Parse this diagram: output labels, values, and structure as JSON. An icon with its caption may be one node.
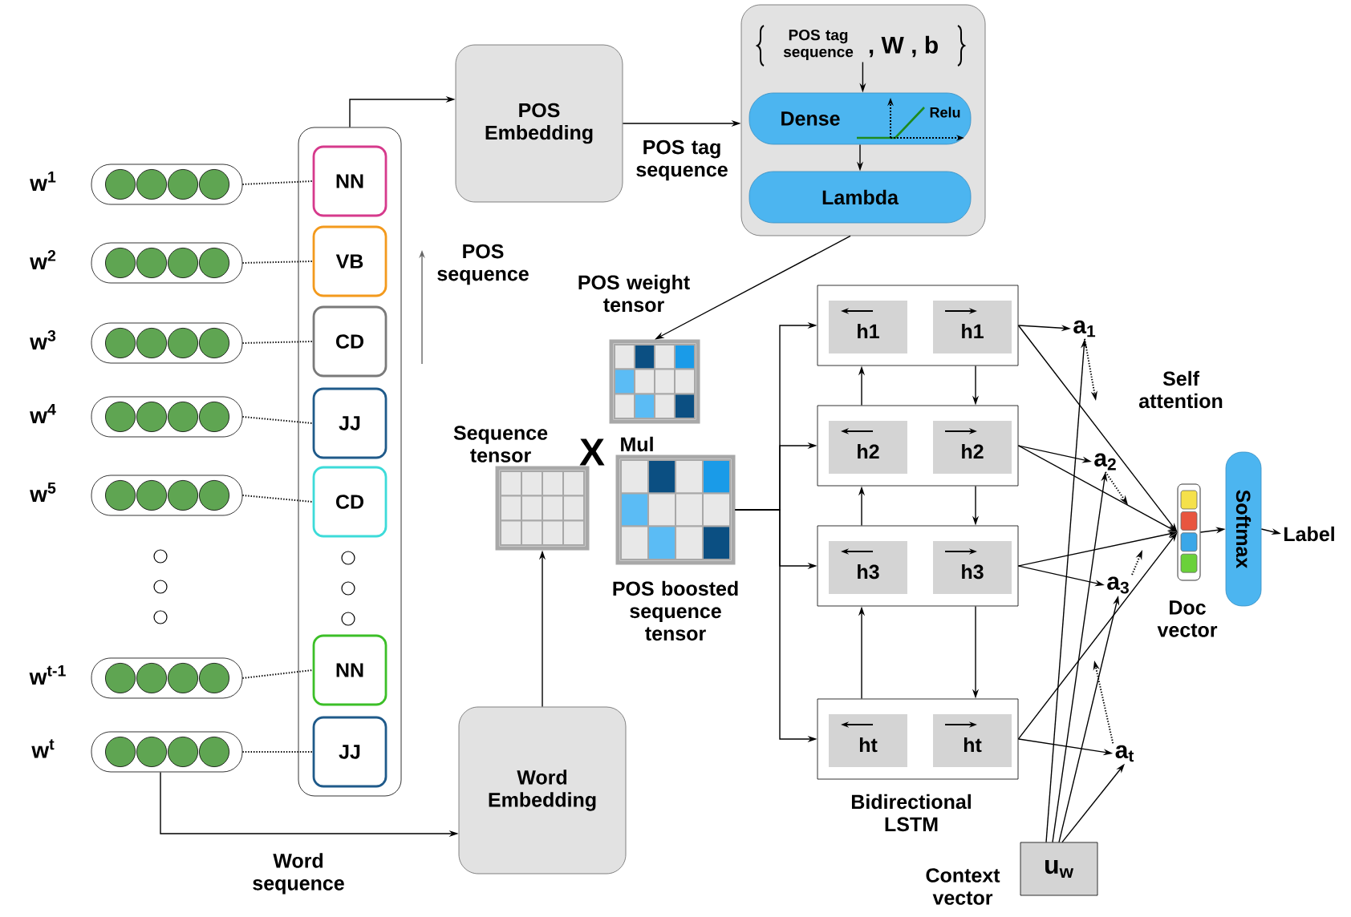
{
  "diagram": {
    "nodes": [
      {
        "text": [],
        "shape": "box"
      },
      {
        "text": [
          "NN"
        ],
        "in": 0
      },
      {
        "text": [
          "VB"
        ],
        "in": 0
      },
      {
        "text": [
          "CD"
        ],
        "in": 0
      },
      {
        "text": [
          "JJ"
        ],
        "in": 0
      },
      {
        "text": [
          "CD"
        ],
        "in": 0
      },
      {
        "text": [
          "NN"
        ],
        "in": 0
      },
      {
        "text": [
          "JJ"
        ],
        "in": 0
      },
      {
        "text": [],
        "shape": "bar",
        "beside": [
          "w$^{1}$"
        ]
      },
      {
        "text": [],
        "shape": "bar",
        "beside": [
          "w$^{2}$"
        ]
      },
      {
        "text": [],
        "shape": "bar",
        "beside": [
          "w$^{3}$"
        ]
      },
      {
        "text": [],
        "shape": "bar",
        "beside": [
          "w$^{4}$"
        ]
      },
      {
        "text": [],
        "shape": "bar",
        "beside": [
          "w$^{5}$"
        ]
      },
      {
        "text": [],
        "shape": "bar",
        "beside": [
          "w$^{t-1}$"
        ]
      },
      {
        "text": [],
        "shape": "bar",
        "beside": [
          "w$^{t}$"
        ]
      },
      {
        "text": [
          "POS Embedding"
        ]
      },
      {
        "text": [
          "Word Embedding"
        ]
      },
      {
        "text": [],
        "shape": "box"
      },
      {
        "text": [
          "Dense",
          "Relu"
        ],
        "in": 17
      },
      {
        "text": [
          "Lambda"
        ],
        "in": 17
      },
      {
        "text": [],
        "shape": "box",
        "beside": [
          "POS weight tensor"
        ]
      },
      {
        "text": [],
        "shape": "box",
        "beside": [
          "Sequence tensor"
        ]
      },
      {
        "text": [],
        "shape": "box",
        "beside": [
          "POS boosted sequence tensor"
        ]
      },
      {
        "text": [],
        "shape": "box"
      },
      {
        "text": [
          "h1"
        ],
        "in": 23
      },
      {
        "text": [
          "h1"
        ],
        "in": 23
      },
      {
        "text": [],
        "shape": "box"
      },
      {
        "text": [
          "h2"
        ],
        "in": 26
      },
      {
        "text": [
          "h2"
        ],
        "in": 26
      },
      {
        "text": [],
        "shape": "box"
      },
      {
        "text": [
          "h3"
        ],
        "in": 29
      },
      {
        "text": [
          "h3"
        ],
        "in": 29
      },
      {
        "text": [],
        "shape": "box"
      },
      {
        "text": [
          "ht"
        ],
        "in": 32
      },
      {
        "text": [
          "ht"
        ],
        "in": 32
      },
      {
        "text": [
          "a$_{1}$"
        ]
      },
      {
        "text": [
          "a$_{2}$"
        ]
      },
      {
        "text": [
          "a$_{3}$"
        ]
      },
      {
        "text": [
          "a$_{t}$"
        ]
      },
      {
        "text": [],
        "shape": "bar"
      },
      {
        "text": [
          "Softmax"
        ]
      },
      {
        "text": [
          "Label"
        ]
      },
      {
        "text": [
          "u$_{w}$"
        ],
        "beside": [
          "Context vector"
        ]
      },
      {
        "text": [
          "POS tag sequence",
          ", W , b"
        ],
        "in": 17
      }
    ],
    "edges": [
      {
        "from": 8,
        "to": 1,
        "arrow": "none",
        "style": "dashed"
      },
      {
        "from": 9,
        "to": 2,
        "arrow": "none",
        "style": "dashed"
      },
      {
        "from": 10,
        "to": 3,
        "arrow": "none",
        "style": "dashed"
      },
      {
        "from": 11,
        "to": 4,
        "arrow": "none",
        "style": "dashed"
      },
      {
        "from": 12,
        "to": 5,
        "arrow": "none",
        "style": "dashed"
      },
      {
        "from": 13,
        "to": 6,
        "arrow": "none",
        "style": "dashed"
      },
      {
        "from": 14,
        "to": 7,
        "arrow": "none",
        "style": "dashed"
      },
      {
        "from": 0,
        "to": 15,
        "arrow": "to"
      },
      {
        "from": 15,
        "to": 17,
        "arrow": "to",
        "label": "POS tag sequence"
      },
      {
        "from": 14,
        "to": 16,
        "arrow": "to",
        "label": "Word sequence"
      },
      {
        "from": 43,
        "to": 18,
        "arrow": "to"
      },
      {
        "from": 18,
        "to": 19,
        "arrow": "to"
      },
      {
        "from": 17,
        "to": 20,
        "arrow": "to"
      },
      {
        "from": 16,
        "to": 21,
        "arrow": "to"
      },
      {
        "from": 22,
        "to": 23,
        "arrow": "to"
      },
      {
        "from": 22,
        "to": 26,
        "arrow": "to"
      },
      {
        "from": 22,
        "to": 29,
        "arrow": "to"
      },
      {
        "from": 22,
        "to": 32,
        "arrow": "to"
      },
      {
        "from": 26,
        "to": 23,
        "arrow": "to"
      },
      {
        "from": 23,
        "to": 26,
        "arrow": "to"
      },
      {
        "from": 29,
        "to": 26,
        "arrow": "to"
      },
      {
        "from": 26,
        "to": 29,
        "arrow": "to"
      },
      {
        "from": 32,
        "to": 29,
        "arrow": "to"
      },
      {
        "from": 29,
        "to": 32,
        "arrow": "to"
      },
      {
        "from": 23,
        "to": 35,
        "arrow": "to"
      },
      {
        "from": 26,
        "to": 36,
        "arrow": "to"
      },
      {
        "from": 29,
        "to": 37,
        "arrow": "to"
      },
      {
        "from": 32,
        "to": 38,
        "arrow": "to"
      },
      {
        "from": 23,
        "to": 39,
        "arrow": "to"
      },
      {
        "from": 26,
        "to": 39,
        "arrow": "to"
      },
      {
        "from": 29,
        "to": 39,
        "arrow": "to"
      },
      {
        "from": 32,
        "to": 39,
        "arrow": "to"
      },
      {
        "from": 42,
        "to": 35,
        "arrow": "to"
      },
      {
        "from": 42,
        "to": 36,
        "arrow": "to"
      },
      {
        "from": 42,
        "to": 37,
        "arrow": "to"
      },
      {
        "from": 42,
        "to": 38,
        "arrow": "to"
      },
      {
        "from": 35,
        "to": null,
        "arrow": "to",
        "style": "dashed"
      },
      {
        "from": 36,
        "to": null,
        "arrow": "to",
        "style": "dashed"
      },
      {
        "from": 37,
        "to": null,
        "arrow": "to",
        "style": "dashed"
      },
      {
        "from": 38,
        "to": null,
        "arrow": "to",
        "style": "dashed"
      },
      {
        "from": 39,
        "to": 40,
        "arrow": "to"
      },
      {
        "from": 40,
        "to": 41,
        "arrow": "to"
      }
    ],
    "labels": [
      "POS sequence",
      "X",
      "Mul",
      "Self attention",
      "Doc vector",
      "Bidirectional LSTM"
    ]
  }
}
